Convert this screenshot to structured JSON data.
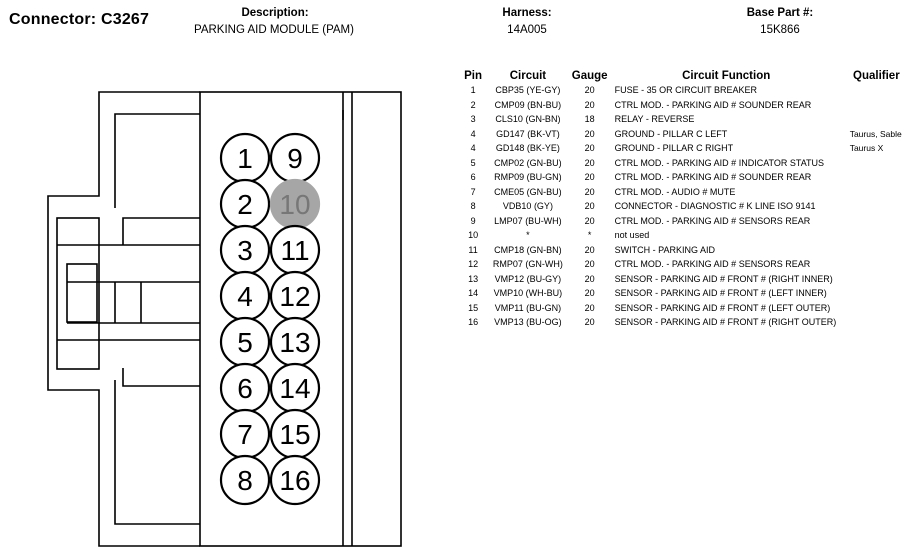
{
  "header": {
    "connector_label": "Connector: C3267",
    "description_label": "Description:",
    "description_value": "PARKING AID MODULE (PAM)",
    "harness_label": "Harness:",
    "harness_value": "14A005",
    "base_part_label": "Base Part #:",
    "base_part_value": "15K866"
  },
  "colors": {
    "line": "#000000",
    "pin_fill": "#ffffff",
    "unused_pin_fill": "#a6a6a6",
    "unused_pin_text": "#777777"
  },
  "connector": {
    "pins": [
      {
        "num": "1",
        "used": true
      },
      {
        "num": "9",
        "used": true
      },
      {
        "num": "2",
        "used": true
      },
      {
        "num": "10",
        "used": false
      },
      {
        "num": "3",
        "used": true
      },
      {
        "num": "11",
        "used": true
      },
      {
        "num": "4",
        "used": true
      },
      {
        "num": "12",
        "used": true
      },
      {
        "num": "5",
        "used": true
      },
      {
        "num": "13",
        "used": true
      },
      {
        "num": "6",
        "used": true
      },
      {
        "num": "14",
        "used": true
      },
      {
        "num": "7",
        "used": true
      },
      {
        "num": "15",
        "used": true
      },
      {
        "num": "8",
        "used": true
      },
      {
        "num": "16",
        "used": true
      }
    ]
  },
  "table": {
    "headers": [
      "Pin",
      "Circuit",
      "Gauge",
      "Circuit Function",
      "Qualifier"
    ],
    "rows": [
      [
        "1",
        "CBP35 (YE-GY)",
        "20",
        "FUSE - 35 OR CIRCUIT BREAKER",
        ""
      ],
      [
        "2",
        "CMP09 (BN-BU)",
        "20",
        "CTRL MOD. - PARKING AID # SOUNDER REAR",
        ""
      ],
      [
        "3",
        "CLS10 (GN-BN)",
        "18",
        "RELAY - REVERSE",
        ""
      ],
      [
        "4",
        "GD147 (BK-VT)",
        "20",
        "GROUND - PILLAR C LEFT",
        "Taurus, Sable"
      ],
      [
        "4",
        "GD148 (BK-YE)",
        "20",
        "GROUND - PILLAR C RIGHT",
        "Taurus X"
      ],
      [
        "5",
        "CMP02 (GN-BU)",
        "20",
        "CTRL MOD. - PARKING AID # INDICATOR STATUS",
        ""
      ],
      [
        "6",
        "RMP09 (BU-GN)",
        "20",
        "CTRL MOD. - PARKING AID # SOUNDER REAR",
        ""
      ],
      [
        "7",
        "CME05 (GN-BU)",
        "20",
        "CTRL MOD. - AUDIO # MUTE",
        ""
      ],
      [
        "8",
        "VDB10 (GY)",
        "20",
        "CONNECTOR - DIAGNOSTIC # K LINE ISO 9141",
        ""
      ],
      [
        "9",
        "LMP07 (BU-WH)",
        "20",
        "CTRL MOD. - PARKING AID # SENSORS REAR",
        ""
      ],
      [
        "10",
        "*",
        "*",
        "not used",
        ""
      ],
      [
        "11",
        "CMP18 (GN-BN)",
        "20",
        "SWITCH - PARKING AID",
        ""
      ],
      [
        "12",
        "RMP07 (GN-WH)",
        "20",
        "CTRL MOD. - PARKING AID # SENSORS REAR",
        ""
      ],
      [
        "13",
        "VMP12 (BU-GY)",
        "20",
        "SENSOR - PARKING AID # FRONT # (RIGHT INNER)",
        ""
      ],
      [
        "14",
        "VMP10 (WH-BU)",
        "20",
        "SENSOR - PARKING AID # FRONT # (LEFT INNER)",
        ""
      ],
      [
        "15",
        "VMP11 (BU-GN)",
        "20",
        "SENSOR - PARKING AID # FRONT # (LEFT OUTER)",
        ""
      ],
      [
        "16",
        "VMP13 (BU-OG)",
        "20",
        "SENSOR - PARKING AID # FRONT # (RIGHT OUTER)",
        ""
      ]
    ]
  }
}
